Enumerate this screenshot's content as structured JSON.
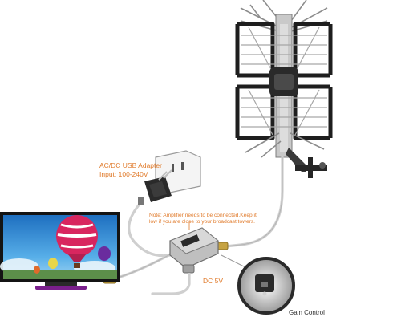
{
  "labels": {
    "adapter_title": "AC/DC USB Adapter",
    "adapter_input": "Input: 100-240V",
    "note_line1": "Note: Amplifier needs to be connected.Keep it",
    "note_line2": "low if you are close to your broadcast towers.",
    "dc": "DC 5V",
    "gain": "Gain Control"
  },
  "colors": {
    "label_orange": "#e07a2a",
    "label_dark": "#333333",
    "antenna_frame": "#1e1e1e",
    "antenna_metal": "#b8b8b8",
    "cable": "#cfcfcf",
    "tv_bezel": "#141414",
    "tv_stand": "#7a1f8c",
    "sky": "#2f8fd8"
  }
}
